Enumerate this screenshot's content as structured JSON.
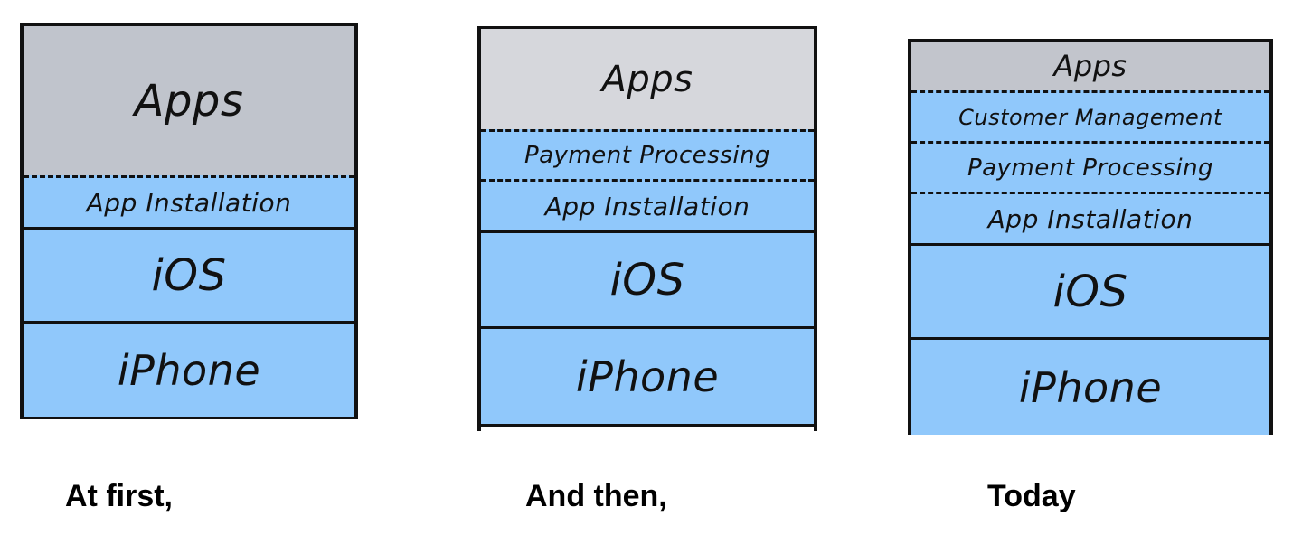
{
  "panels": [
    {
      "caption": "At first,",
      "layers": [
        {
          "label": "Apps",
          "kind": "apps"
        },
        {
          "label": "App Installation",
          "kind": "platform"
        },
        {
          "label": "iOS",
          "kind": "platform"
        },
        {
          "label": "iPhone",
          "kind": "platform"
        }
      ]
    },
    {
      "caption": "And then,",
      "layers": [
        {
          "label": "Apps",
          "kind": "apps"
        },
        {
          "label": "Payment Processing",
          "kind": "platform"
        },
        {
          "label": "App Installation",
          "kind": "platform"
        },
        {
          "label": "iOS",
          "kind": "platform"
        },
        {
          "label": "iPhone",
          "kind": "platform"
        }
      ]
    },
    {
      "caption": "Today",
      "layers": [
        {
          "label": "Apps",
          "kind": "apps"
        },
        {
          "label": "Customer Management",
          "kind": "platform"
        },
        {
          "label": "Payment Processing",
          "kind": "platform"
        },
        {
          "label": "App Installation",
          "kind": "platform"
        },
        {
          "label": "iOS",
          "kind": "platform"
        },
        {
          "label": "iPhone",
          "kind": "platform"
        }
      ]
    }
  ],
  "colors": {
    "apps_layer": "#c0c4cc",
    "platform_layer": "#90c8fb",
    "outline": "#111111"
  }
}
